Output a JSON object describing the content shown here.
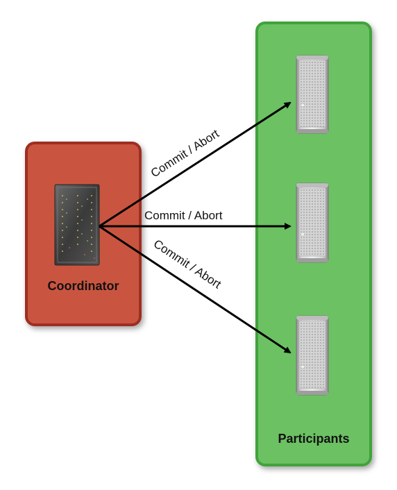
{
  "coordinator": {
    "label": "Coordinator",
    "box_color": "#c9553f",
    "box_border": "#9e2f22",
    "icon": "rack-server-icon"
  },
  "participants_group": {
    "label": "Participants",
    "box_color": "#6cc164",
    "box_border": "#3fa33a",
    "icon": "tower-server-icon"
  },
  "messages": [
    {
      "label": "Commit / Abort"
    },
    {
      "label": "Commit / Abort"
    },
    {
      "label": "Commit / Abort"
    }
  ]
}
